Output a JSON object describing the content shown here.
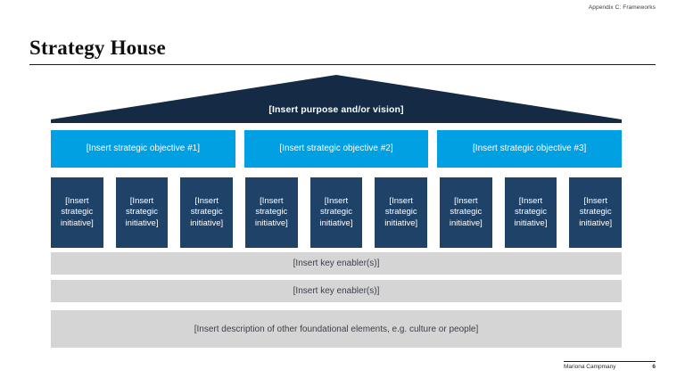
{
  "slide": {
    "header": "Appendix C: Frameworks",
    "title": "Strategy House",
    "footer_author": "Mariona Campmany",
    "footer_page": "6"
  },
  "colors": {
    "roof": "#152A44",
    "objective": "#00A0E3",
    "initiative": "#1F4368",
    "enabler": "#D5D5D5",
    "text_light": "#FFFFFF",
    "text_dark": "#3A3F4A"
  },
  "house": {
    "roof": {
      "label": "[Insert purpose and/or vision]"
    },
    "objectives": [
      {
        "label": "[Insert strategic objective #1]"
      },
      {
        "label": "[Insert strategic objective #2]"
      },
      {
        "label": "[Insert strategic objective #3]"
      }
    ],
    "initiative_groups": [
      {
        "initiatives": [
          {
            "label": "[Insert strategic initiative]"
          },
          {
            "label": "[Insert strategic initiative]"
          },
          {
            "label": "[Insert strategic initiative]"
          }
        ]
      },
      {
        "initiatives": [
          {
            "label": "[Insert strategic initiative]"
          },
          {
            "label": "[Insert strategic initiative]"
          },
          {
            "label": "[Insert strategic initiative]"
          }
        ]
      },
      {
        "initiatives": [
          {
            "label": "[Insert strategic initiative]"
          },
          {
            "label": "[Insert strategic initiative]"
          },
          {
            "label": "[Insert strategic initiative]"
          }
        ]
      }
    ],
    "enablers": [
      {
        "label": "[Insert key enabler(s)]"
      },
      {
        "label": "[Insert key enabler(s)]"
      }
    ],
    "foundation": {
      "label": "[Insert description of other foundational elements, e.g. culture or people]"
    }
  }
}
